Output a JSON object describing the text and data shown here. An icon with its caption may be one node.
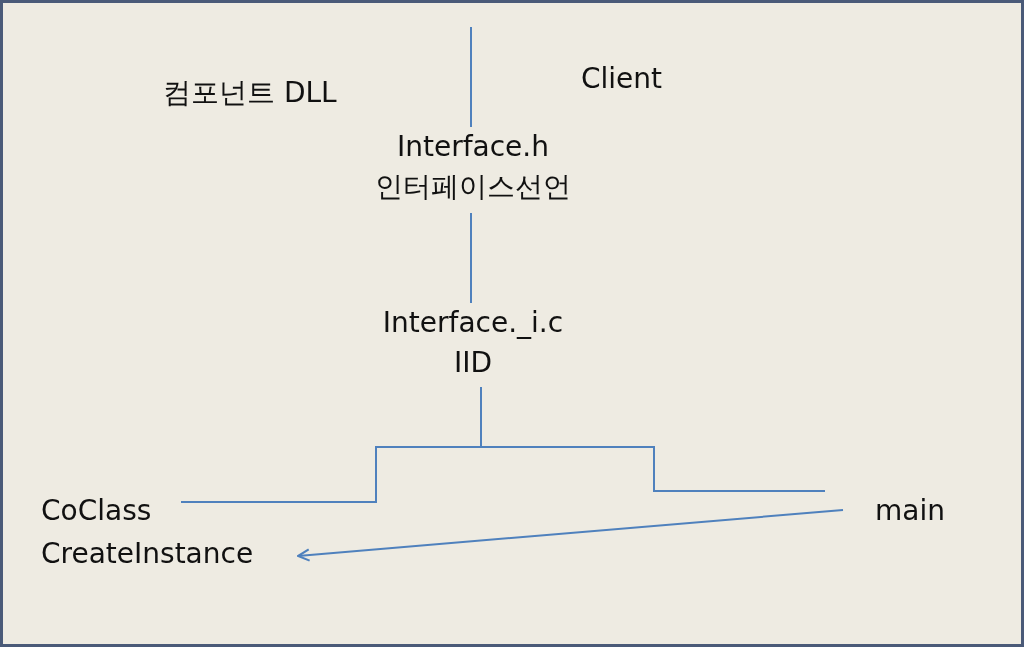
{
  "diagram": {
    "nodes": [
      {
        "text": [
          "컴포넌트 DLL"
        ]
      },
      {
        "text": [
          "Client"
        ]
      },
      {
        "text": [
          "Interface.h",
          "인터페이스선언"
        ]
      },
      {
        "text": [
          "Interface._i.c",
          "IID"
        ]
      },
      {
        "text": [
          "CoClass"
        ]
      },
      {
        "text": [
          "CreateInstance"
        ]
      },
      {
        "text": [
          "main"
        ]
      }
    ],
    "edges": [
      {
        "from": 3,
        "to": 4,
        "arrow": "none"
      },
      {
        "from": 3,
        "to": 6,
        "arrow": "none"
      },
      {
        "from": 6,
        "to": 5,
        "arrow": "to"
      },
      {
        "from": 2,
        "to": 3,
        "arrow": "none"
      }
    ]
  }
}
